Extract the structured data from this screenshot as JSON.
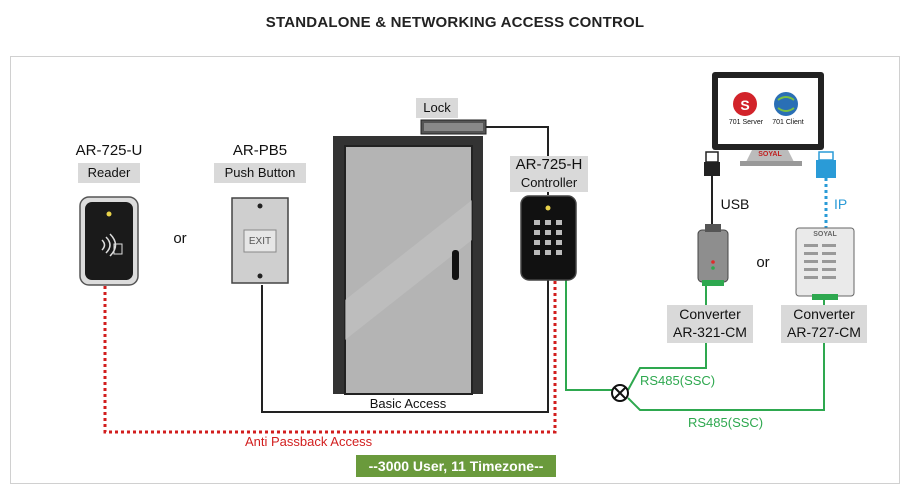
{
  "title": "STANDALONE & NETWORKING ACCESS CONTROL",
  "reader": {
    "model": "AR-725-U",
    "role": "Reader"
  },
  "or_1": "or",
  "push_button": {
    "model": "AR-PB5",
    "role": "Push Button",
    "button_text": "EXIT"
  },
  "lock": {
    "label": "Lock"
  },
  "controller": {
    "model": "AR-725-H",
    "role": "Controller"
  },
  "pc": {
    "server_label": "701 Server",
    "client_label": "701 Client",
    "brand": "SOYAL"
  },
  "usb_label": "USB",
  "ip_label": "IP",
  "or_2": "or",
  "converter_1": {
    "label": "Converter",
    "model": "AR-321-CM"
  },
  "converter_2": {
    "label": "Converter",
    "model": "AR-727-CM",
    "brand": "SOYAL"
  },
  "rs485_1": "RS485(SSC)",
  "rs485_2": "RS485(SSC)",
  "basic_access": "Basic Access",
  "anti_passback": "Anti Passback Access",
  "banner": "--3000 User, 11 Timezone--",
  "colors": {
    "green": "#2ea84f",
    "red": "#d21e1e",
    "blue": "#2a9bd7",
    "banner": "#6a9a3c"
  }
}
